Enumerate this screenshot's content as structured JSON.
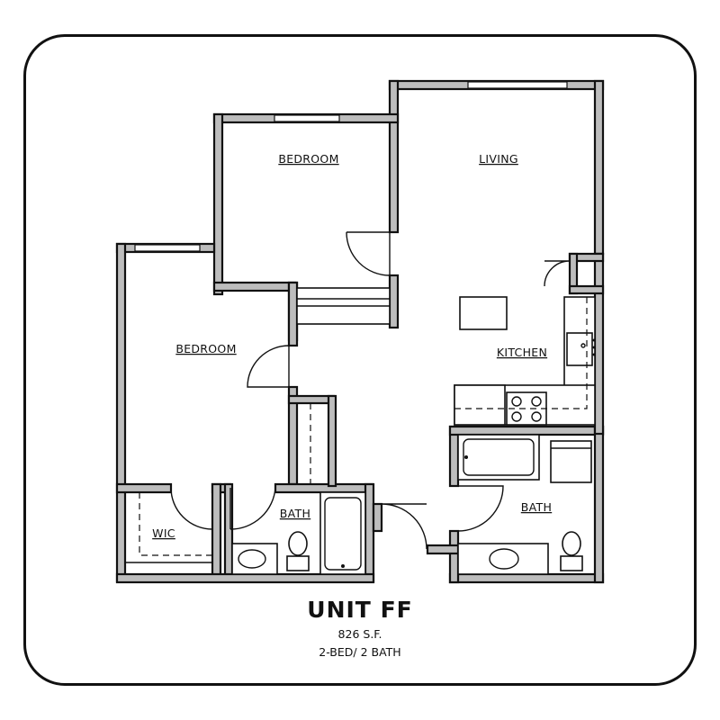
{
  "plan": {
    "rooms": {
      "bedroom_1": "BEDROOM",
      "living": "LIVING",
      "bedroom_2": "BEDROOM",
      "kitchen": "KITCHEN",
      "bath_1": "BATH",
      "bath_2": "BATH",
      "wic": "WIC"
    }
  },
  "unit": {
    "title": "UNIT FF",
    "square_feet": "826 S.F.",
    "bed_bath": "2-BED/ 2 BATH"
  }
}
